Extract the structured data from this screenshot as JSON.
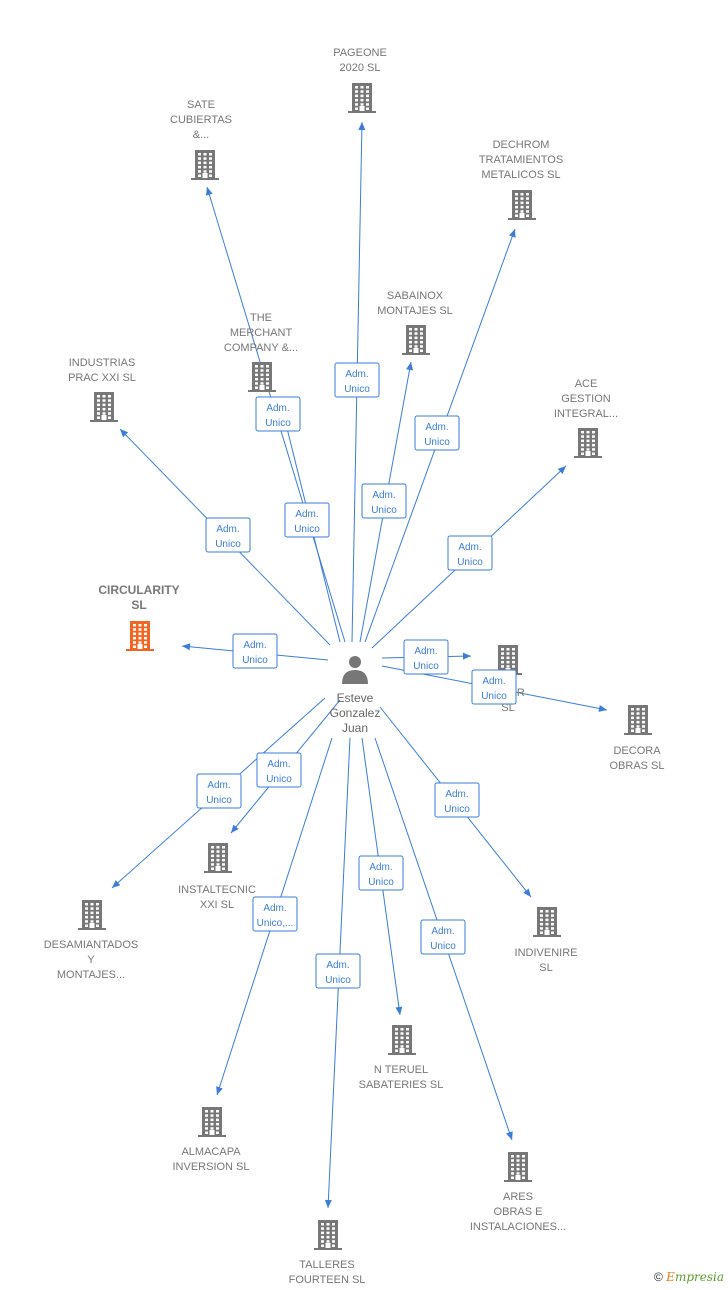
{
  "center": {
    "id": "center",
    "lines": [
      "Esteve",
      "Gonzalez",
      "Juan"
    ],
    "icon": "person-icon"
  },
  "colors": {
    "edge": "#3b7dd8",
    "building": "#777777",
    "highlight": "#f26522"
  },
  "nodes": [
    {
      "id": "pageone",
      "lines": [
        "PAGEONE",
        "2020  SL"
      ],
      "rel": [
        "Adm.",
        "Unico"
      ]
    },
    {
      "id": "sate",
      "lines": [
        "SATE",
        "CUBIERTAS",
        "&..."
      ],
      "rel": [
        "Adm.",
        "Unico"
      ]
    },
    {
      "id": "dechrom",
      "lines": [
        "DECHROM",
        "TRATAMIENTOS",
        "METALICOS  SL"
      ],
      "rel": [
        "Adm.",
        "Unico"
      ]
    },
    {
      "id": "sabainox",
      "lines": [
        "SABAINOX",
        "MONTAJES  SL"
      ],
      "rel": [
        "Adm.",
        "Unico"
      ]
    },
    {
      "id": "merchant",
      "lines": [
        "THE",
        "MERCHANT",
        "COMPANY &..."
      ],
      "rel": [
        "Adm.",
        "Unico"
      ]
    },
    {
      "id": "industrias",
      "lines": [
        "INDUSTRIAS",
        "PRAC XXI  SL"
      ],
      "rel": [
        "Adm.",
        "Unico"
      ]
    },
    {
      "id": "ace",
      "lines": [
        "ACE",
        "GESTION",
        "INTEGRAL..."
      ],
      "rel": [
        "Adm.",
        "Unico"
      ]
    },
    {
      "id": "circularity",
      "lines": [
        "CIRCULARITY",
        "SL"
      ],
      "rel": [
        "Adm.",
        "Unico"
      ],
      "highlight": true
    },
    {
      "id": "mar",
      "lines": [
        "...MAR",
        "SL"
      ],
      "rel": [
        "Adm.",
        "Unico"
      ]
    },
    {
      "id": "decora",
      "lines": [
        "DECORA",
        "OBRAS  SL"
      ],
      "rel": [
        "Adm.",
        "Unico"
      ]
    },
    {
      "id": "instaltecnic",
      "lines": [
        "INSTALTECNIC",
        "XXI  SL"
      ],
      "rel": [
        "Adm.",
        "Unico"
      ]
    },
    {
      "id": "desamiantados",
      "lines": [
        "DESAMIANTADOS",
        "Y",
        "MONTAJES..."
      ],
      "rel": [
        "Adm.",
        "Unico"
      ]
    },
    {
      "id": "indivenire",
      "lines": [
        "INDIVENIRE",
        "SL"
      ],
      "rel": [
        "Adm.",
        "Unico"
      ]
    },
    {
      "id": "almacapa",
      "lines": [
        "ALMACAPA",
        "INVERSION  SL"
      ],
      "rel": [
        "Adm.",
        "Unico,..."
      ]
    },
    {
      "id": "nteruel",
      "lines": [
        "N TERUEL",
        "SABATERIES SL"
      ],
      "rel": [
        "Adm.",
        "Unico"
      ]
    },
    {
      "id": "ares",
      "lines": [
        "ARES",
        "OBRAS E",
        "INSTALACIONES..."
      ],
      "rel": [
        "Adm.",
        "Unico"
      ]
    },
    {
      "id": "talleres",
      "lines": [
        "TALLERES",
        "FOURTEEN  SL"
      ],
      "rel": [
        "Adm.",
        "Unico"
      ]
    }
  ],
  "watermark": {
    "symbol": "©",
    "brand_first": "E",
    "brand_rest": "mpresia"
  }
}
